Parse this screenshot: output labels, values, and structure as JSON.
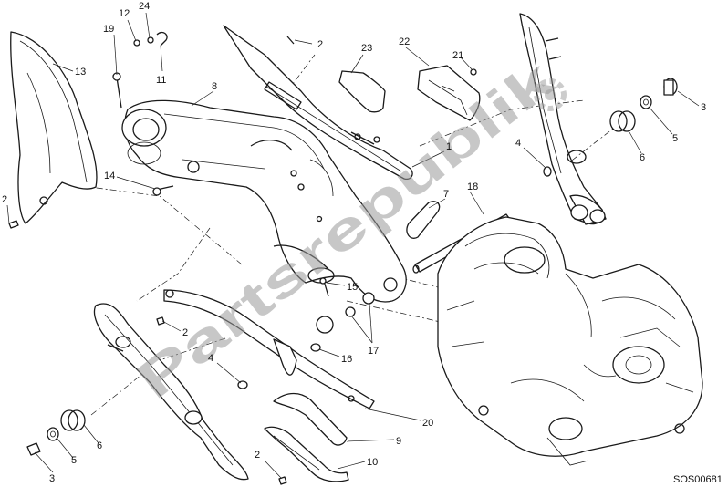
{
  "diagram": {
    "code": "SOS00681",
    "watermark": "Partsrepublik",
    "accent_color": "#1a1a1a",
    "watermark_color": "#9a9a9a",
    "callouts": [
      {
        "id": "c13a",
        "text": "13"
      },
      {
        "id": "c2a",
        "text": "2"
      },
      {
        "id": "c19",
        "text": "19"
      },
      {
        "id": "c12",
        "text": "12"
      },
      {
        "id": "c24",
        "text": "24"
      },
      {
        "id": "c11",
        "text": "11"
      },
      {
        "id": "c8",
        "text": "8"
      },
      {
        "id": "c2b",
        "text": "2"
      },
      {
        "id": "c23",
        "text": "23"
      },
      {
        "id": "c22",
        "text": "22"
      },
      {
        "id": "c21",
        "text": "21"
      },
      {
        "id": "c3a",
        "text": "3"
      },
      {
        "id": "c5a",
        "text": "5"
      },
      {
        "id": "c6a",
        "text": "6"
      },
      {
        "id": "c4a",
        "text": "4"
      },
      {
        "id": "c1",
        "text": "1"
      },
      {
        "id": "c14",
        "text": "14"
      },
      {
        "id": "c7",
        "text": "7"
      },
      {
        "id": "c18",
        "text": "18"
      },
      {
        "id": "c15",
        "text": "15"
      },
      {
        "id": "c2c",
        "text": "2"
      },
      {
        "id": "c16",
        "text": "16"
      },
      {
        "id": "c17",
        "text": "17"
      },
      {
        "id": "c4b",
        "text": "4"
      },
      {
        "id": "c20",
        "text": "20"
      },
      {
        "id": "c9",
        "text": "9"
      },
      {
        "id": "c6b",
        "text": "6"
      },
      {
        "id": "c5b",
        "text": "5"
      },
      {
        "id": "c3b",
        "text": "3"
      },
      {
        "id": "c2d",
        "text": "2"
      },
      {
        "id": "c10",
        "text": "10"
      }
    ]
  }
}
